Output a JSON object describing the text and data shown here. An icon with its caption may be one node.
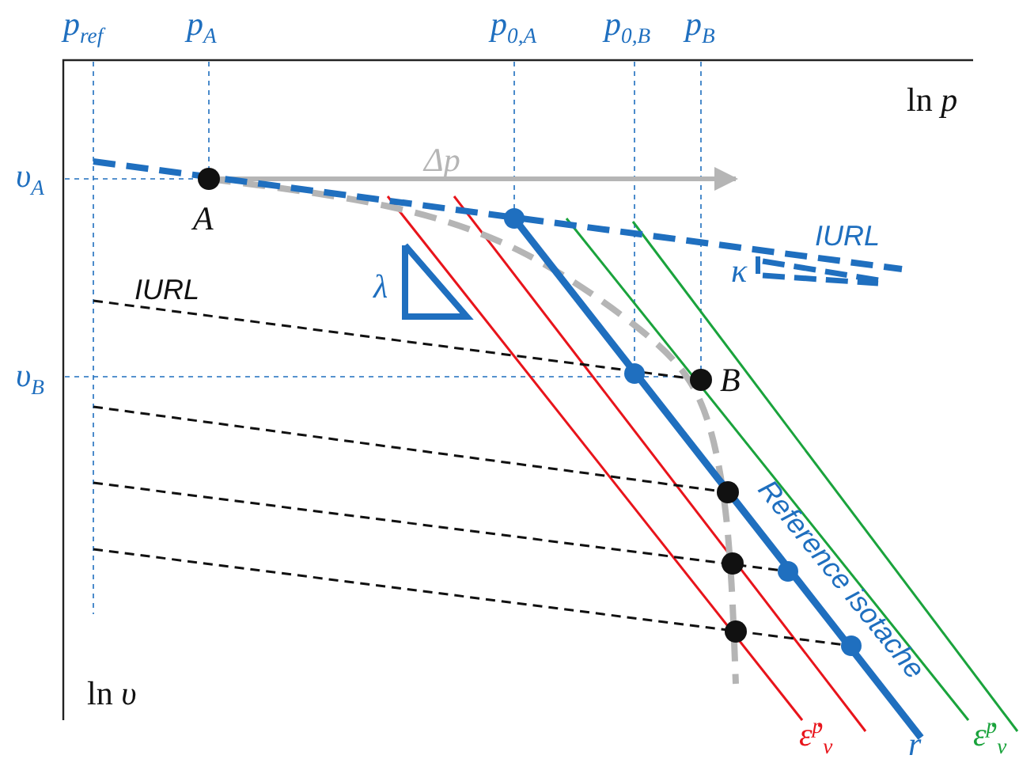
{
  "diagram": {
    "labels": [
      "p$_{ref}$",
      "p$_{A}$",
      "p$_{0,A}$",
      "p$_{0,B}$",
      "p$_{B}$",
      "ln *p*",
      "υ$_{A}$",
      "Δp",
      "A",
      "IURL",
      "κ",
      "IURL",
      "λ",
      "υ$_{B}$",
      "B",
      "Reference isotache",
      "ln *υ*",
      "ε̇$^{p}$$_{v}$",
      "r",
      "ε̇$^{p}$$_{v}$"
    ]
  }
}
